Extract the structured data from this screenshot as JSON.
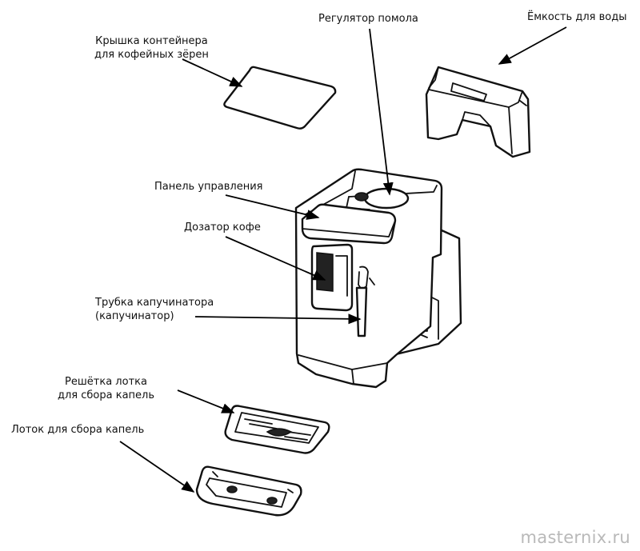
{
  "labels": {
    "bean_lid": [
      "Крышка контейнера",
      "для кофейных зёрен"
    ],
    "grinder": "Регулятор помола",
    "water_tank": "Ёмкость для воды",
    "control_panel": "Панель управления",
    "dispenser": "Дозатор кофе",
    "cappuccinator": [
      "Трубка капучинатора",
      "(капучинатор)"
    ],
    "drip_grate": [
      "Решётка лотка",
      "для сбора капель"
    ],
    "drip_tray": "Лоток для сбора капель"
  },
  "watermark": "masternix.ru"
}
